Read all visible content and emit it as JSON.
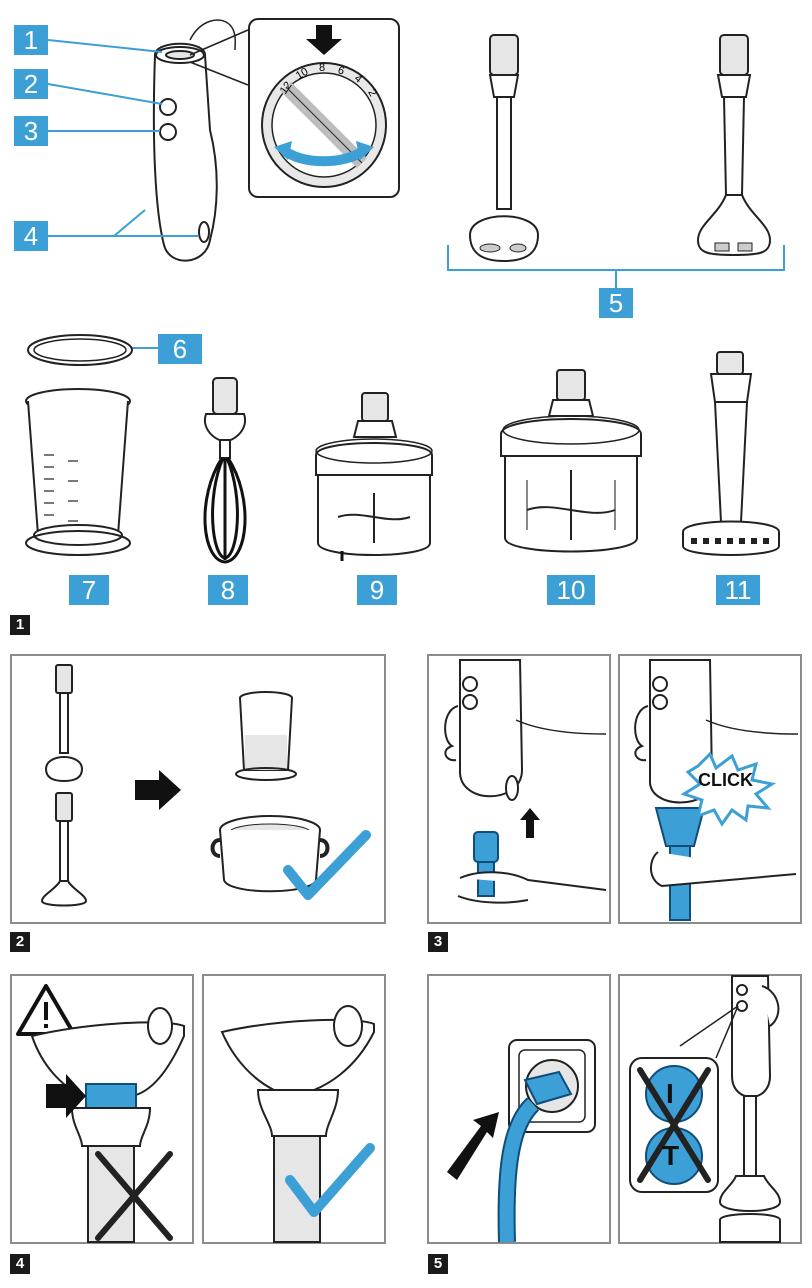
{
  "figure1": {
    "number": "1",
    "callouts": [
      "1",
      "2",
      "3",
      "4",
      "5",
      "6",
      "7",
      "8",
      "9",
      "10",
      "11"
    ],
    "dial": {
      "labels": [
        "12",
        "10",
        "8",
        "6",
        "4",
        "2"
      ]
    },
    "switch_icons": {
      "one": "I",
      "turbo": "T"
    }
  },
  "figure2": {
    "number": "2"
  },
  "figure3": {
    "number": "3",
    "click_text": "CLICK"
  },
  "figure4": {
    "number": "4"
  },
  "figure5": {
    "number": "5"
  },
  "colors": {
    "accent": "#3c9fd6",
    "dark": "#1a1a1a",
    "frame": "#8c8c8c"
  }
}
